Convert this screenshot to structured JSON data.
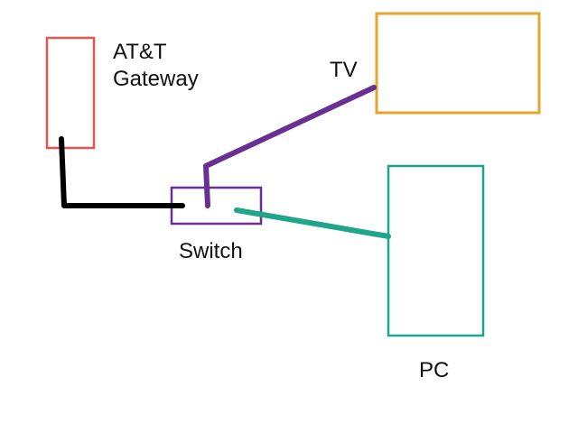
{
  "nodes": {
    "gateway": {
      "label_line1": "AT&T",
      "label_line2": "Gateway",
      "color": "#e8524f"
    },
    "tv": {
      "label": "TV",
      "color": "#e5a52a"
    },
    "switch": {
      "label": "Switch",
      "color": "#6a2f93"
    },
    "pc": {
      "label": "PC",
      "color": "#1fa58a"
    }
  },
  "connections": [
    {
      "from": "gateway",
      "to": "switch",
      "color": "#000000"
    },
    {
      "from": "switch",
      "to": "tv",
      "color": "#6a2f93"
    },
    {
      "from": "switch",
      "to": "pc",
      "color": "#1fa58a"
    }
  ]
}
